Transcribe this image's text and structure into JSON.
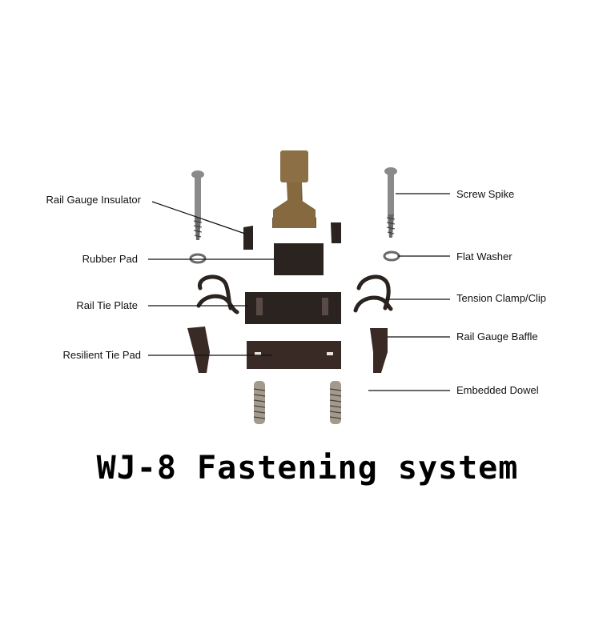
{
  "title": "WJ-8 Fastening system",
  "labels": {
    "rail_gauge_insulator": "Rail Gauge Insulator",
    "rubber_pad": "Rubber Pad",
    "rail_tie_plate": "Rail Tie Plate",
    "resilient_tie_pad": "Resilient Tie Pad",
    "screw_spike": "Screw Spike",
    "flat_washer": "Flat Washer",
    "tension_clamp": "Tension Clamp/Clip",
    "rail_gauge_baffle": "Rail Gauge Baffle",
    "embedded_dowel": "Embedded Dowel"
  },
  "colors": {
    "rail_head": "#8c6f45",
    "rail_web": "#6b5638",
    "dark_part": "#2b2320",
    "resilient_pad": "#3a2a26",
    "metal": "#8a8a8a",
    "metal_dark": "#4a4a4a",
    "leader_line": "#111111"
  }
}
